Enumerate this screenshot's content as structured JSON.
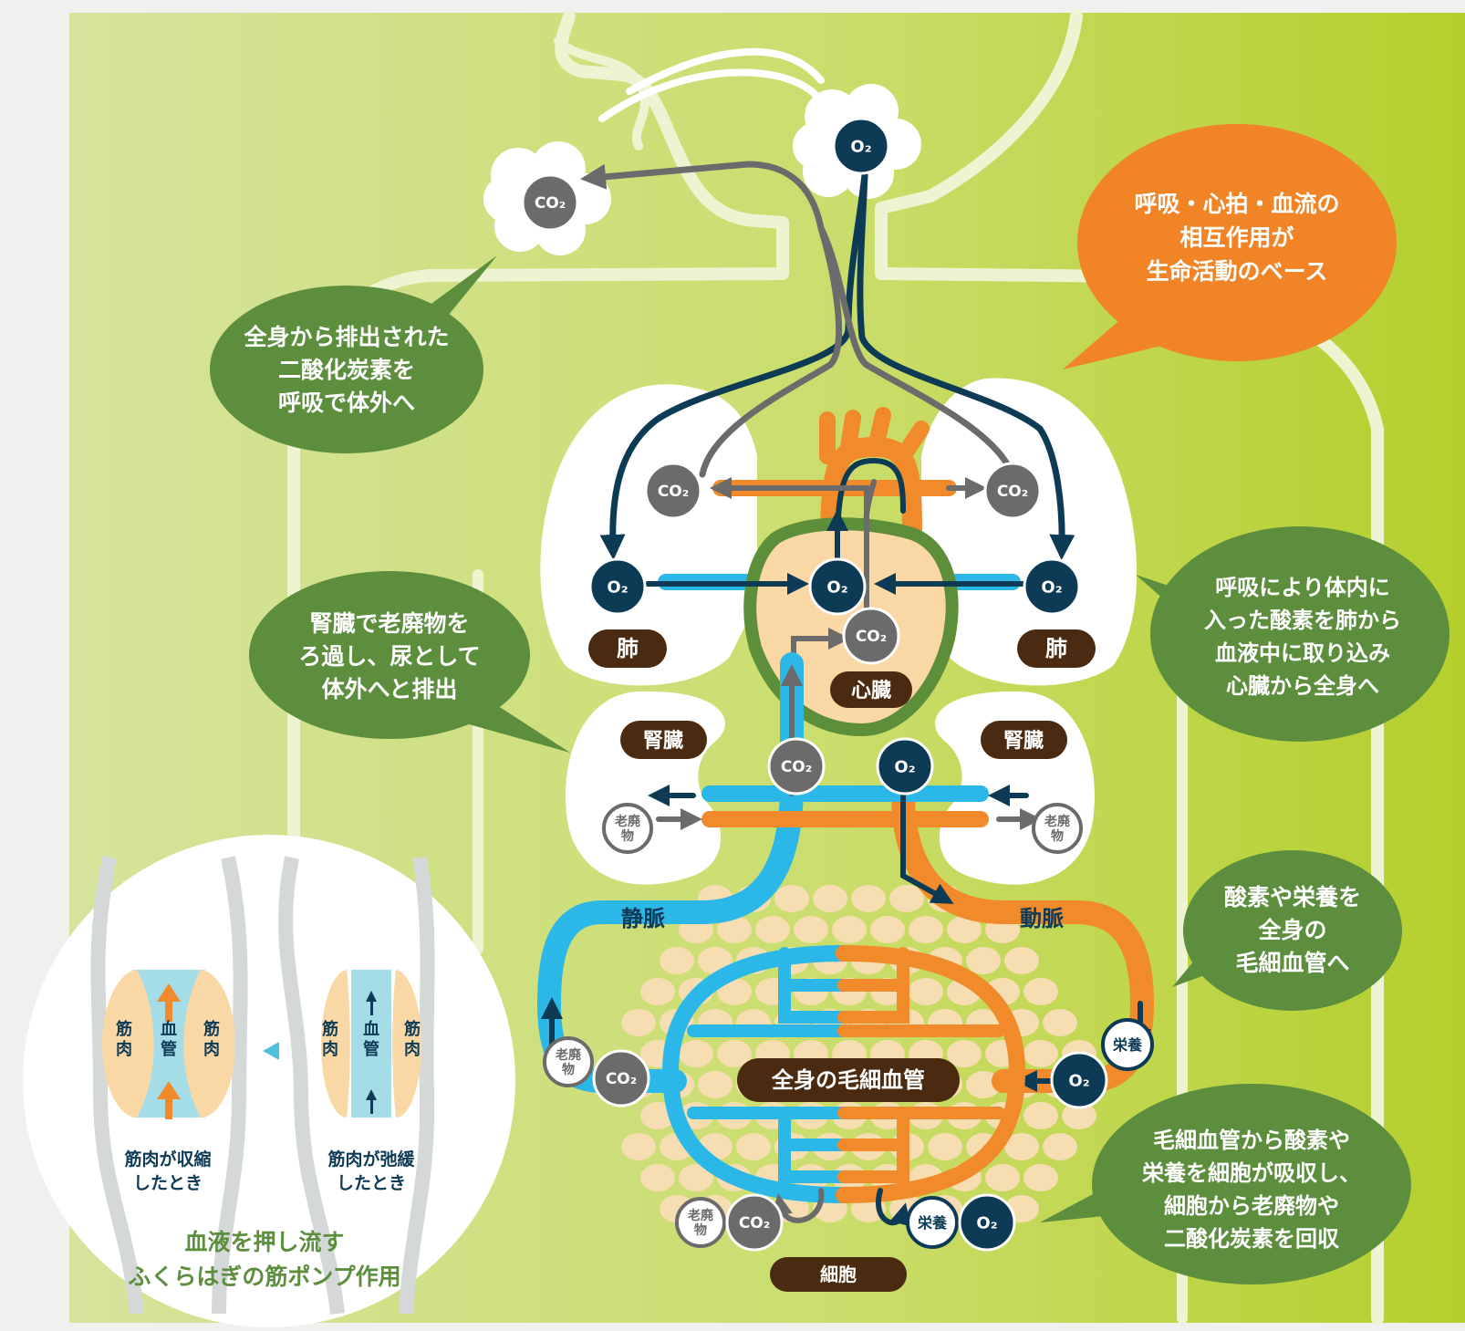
{
  "colors": {
    "background_light": "#d5e29a",
    "background_dark": "#b7d131",
    "bubble_green": "#5c8e3e",
    "bubble_orange": "#f08426",
    "vein_blue": "#2bb7e8",
    "artery_orange": "#f08a2a",
    "oxygen_navy": "#0d3a55",
    "co2_gray": "#6b6b6b",
    "organ_label_brown": "#4a2a10",
    "heart_fill": "#fad8a6",
    "heart_border": "#5d8f3a"
  },
  "molecules": {
    "o2": "O₂",
    "co2": "CO₂",
    "waste": "老廃\n物",
    "nutrient": "栄養"
  },
  "labels": {
    "lung_left": "肺",
    "lung_right": "肺",
    "heart": "心臓",
    "kidney_left": "腎臓",
    "kidney_right": "腎臓",
    "vein": "静脈",
    "artery": "動脈",
    "capillaries": "全身の毛細血管",
    "cell": "細胞"
  },
  "bubbles": {
    "top_left": "全身から排出された\n二酸化炭素を\n呼吸で体外へ",
    "top_right": "呼吸・心拍・血流の\n相互作用が\n生命活動のベース",
    "mid_left": "腎臓で老廃物を\nろ過し、尿として\n体外へと排出",
    "mid_right": "呼吸により体内に\n入った酸素を肺から\n血液中に取り込み\n心臓から全身へ",
    "lower_right": "酸素や栄養を\n全身の\n毛細血管へ",
    "bottom_right": "毛細血管から酸素や\n栄養を細胞が吸収し、\n細胞から老廃物や\n二酸化炭素を回収"
  },
  "inset": {
    "muscle": "筋\n肉",
    "vessel": "血\n管",
    "contracted": "筋肉が収縮\nしたとき",
    "relaxed": "筋肉が弛緩\nしたとき",
    "caption": "血液を押し流す\nふくらはぎの筋ポンプ作用"
  }
}
